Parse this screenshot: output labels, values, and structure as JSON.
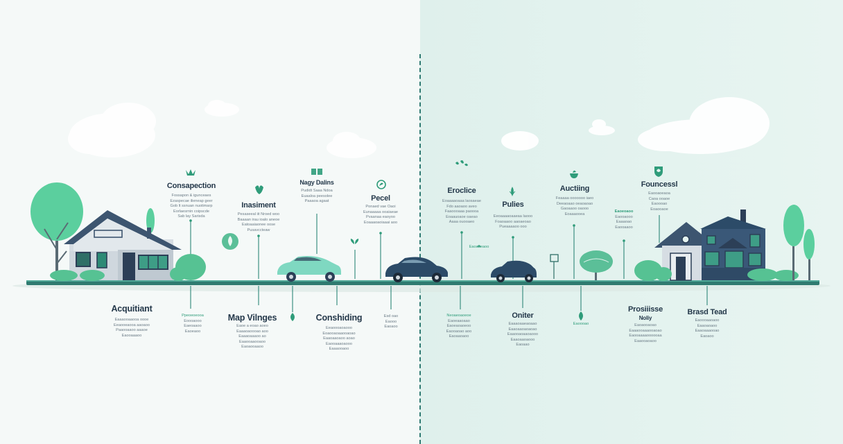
{
  "colors": {
    "accent": "#2f9c7a",
    "mint": "#5fcf9f",
    "navy": "#2c3f57",
    "timeline": "#2f6f67"
  },
  "top_milestones": [
    {
      "id": "m1",
      "title": "Consapection",
      "icon": "leaf-crown-icon",
      "lines": [
        "Fossapon & igunceaes",
        "Ezaspecae ilieneap geer",
        "Gob lt ssnuan nuotimarp",
        "Eorlaesrnin coipscde",
        "Sab lay Sarisda"
      ]
    },
    {
      "id": "m2",
      "title": "Inasiment",
      "icon": "sprout-icon",
      "lines": [
        "Pesaseeal iit Nroed woo",
        "Baaaan irau ioalo aneoe",
        "Eatoaaiaonee oose",
        "Pusavccteaw"
      ]
    },
    {
      "id": "m3",
      "title": "Nagy Dalins",
      "icon": "book-leaf-icon",
      "lines": [
        "Pudidt Saaa Ndoa",
        "Euaaloa peesolee",
        "Paaaoa agaat"
      ]
    },
    {
      "id": "m4",
      "title": "Pecel",
      "icon": "globe-leaf-icon",
      "lines": [
        "Ponaed vae Oaoi",
        "Eunaaaaa ooaiaeae",
        "Pvaanaa eaoyoo",
        "Eoaaaoaoiaaai aoo"
      ]
    },
    {
      "id": "m5",
      "title": "Eroclice",
      "icon": "plant-pair-icon",
      "lines": [
        "Eoaaaaoaaa laosaeae",
        "Fdo aaoaoo aveo",
        "Faaoooaaa paoooa",
        "Eoaauoaoe oaeao",
        "Aaaa ouooaeo"
      ]
    },
    {
      "id": "m6",
      "title": "Pulies",
      "icon": "fern-icon",
      "lines": [
        "Eeoaaaaoaaeaa laooo",
        "Foaoaaoo aaoaeoao",
        "Pueaaaaoo ooo"
      ]
    },
    {
      "id": "m7",
      "title": "Auctiing",
      "icon": "bowl-leaf-icon",
      "lines": [
        "Feaaaa ooooooo iaeo",
        "Deeaoaao oeaoaoao",
        "Gaoaaoo oaooo",
        "Eoaaaooea"
      ]
    },
    {
      "id": "m8",
      "title": "Founcessl",
      "icon": "shield-leaf-icon",
      "lines": [
        "Eaooaoeaoa",
        "Caoa ooaoe",
        "Eaoooao",
        "Eoaooaoe"
      ]
    }
  ],
  "small_top": [
    {
      "id": "s1",
      "title": "Eaoeoaoo",
      "lines": [
        "Eaooaooo",
        "Eaaaoao",
        "Eaooaaoo"
      ]
    },
    {
      "id": "s2",
      "title": "Eaoaaeaoo",
      "lines": []
    }
  ],
  "bottom_milestones": [
    {
      "id": "b1",
      "title": "Acquitiant",
      "lines": [
        "Eaaaooaaooa oooe",
        "Eeaooeaooa aaoaoo",
        "Paaooaaoo aaaoe",
        "Eaooaaaoo"
      ]
    },
    {
      "id": "b2",
      "title": "Ppeoeoeooa",
      "lines": [
        "Eoooaooo",
        "Eaeoaaoo",
        "Eaoeaoo"
      ]
    },
    {
      "id": "b3",
      "title": "Map Vilnges",
      "lines": [
        "Eaoe a eoao aoeo",
        "Eaaaoaoooao aoo",
        "Eaaaoaaaoo ao",
        "Eaaooaaooaoo",
        "Eaoaooaaoo"
      ]
    },
    {
      "id": "b4",
      "title": "Conshiding",
      "lines": [
        "Eeaoooaoaooo",
        "Eoaooaoaaooaoao",
        "Eaaoaaoaoo aoao",
        "Eaooaaaoaooo",
        "Eaaaooaoo"
      ]
    },
    {
      "id": "b5",
      "title": "Esd oao",
      "lines": [
        "Eaooo",
        "Eaoaoo"
      ]
    },
    {
      "id": "b6",
      "title": "Neoaeoaoeoe",
      "lines": [
        "Eaoeaaoaao",
        "Eaoeaoaoeoo",
        "Eaooaoao aoo",
        "Eaoaaoaoo"
      ]
    },
    {
      "id": "b7",
      "title": "Oniter",
      "lines": [
        "Eaaaoaaeaoaao",
        "Eaaoaaoaoaoao",
        "Eaaooaoaaoaooo",
        "Eaaoaaoaooo",
        "Eaoaao"
      ]
    },
    {
      "id": "b8",
      "title": "Eaoooao",
      "lines": []
    },
    {
      "id": "b9",
      "title": "Prosiiisse",
      "subtitle": "Noliy",
      "lines": [
        "Eaoaooaoao",
        "Eaaaooaaaooaoao",
        "Eaooaaaaoooooaa",
        "Eaaooaoaoo"
      ]
    },
    {
      "id": "b10",
      "title": "Brasd Tead",
      "lines": [
        "Eaoooaaoaoo",
        "Eaaoaoaoo",
        "Eaaoaaaooao",
        "Eaoaoo"
      ]
    }
  ]
}
